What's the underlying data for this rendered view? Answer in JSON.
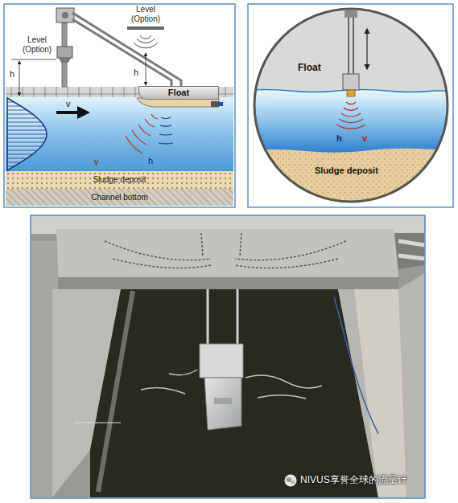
{
  "diagram": {
    "nodes": [
      {
        "text": [
          "Float"
        ]
      },
      {
        "text": [
          "Sludge deposit"
        ]
      },
      {
        "text": [
          "Channel bottom"
        ]
      }
    ],
    "labels": [
      "Level (Option)",
      "h",
      "Level (Option)",
      "h",
      "v",
      "v",
      "h",
      "Float",
      "Sludge deposit",
      "h",
      "v",
      "NIVUS享誉全球的流量计"
    ]
  }
}
